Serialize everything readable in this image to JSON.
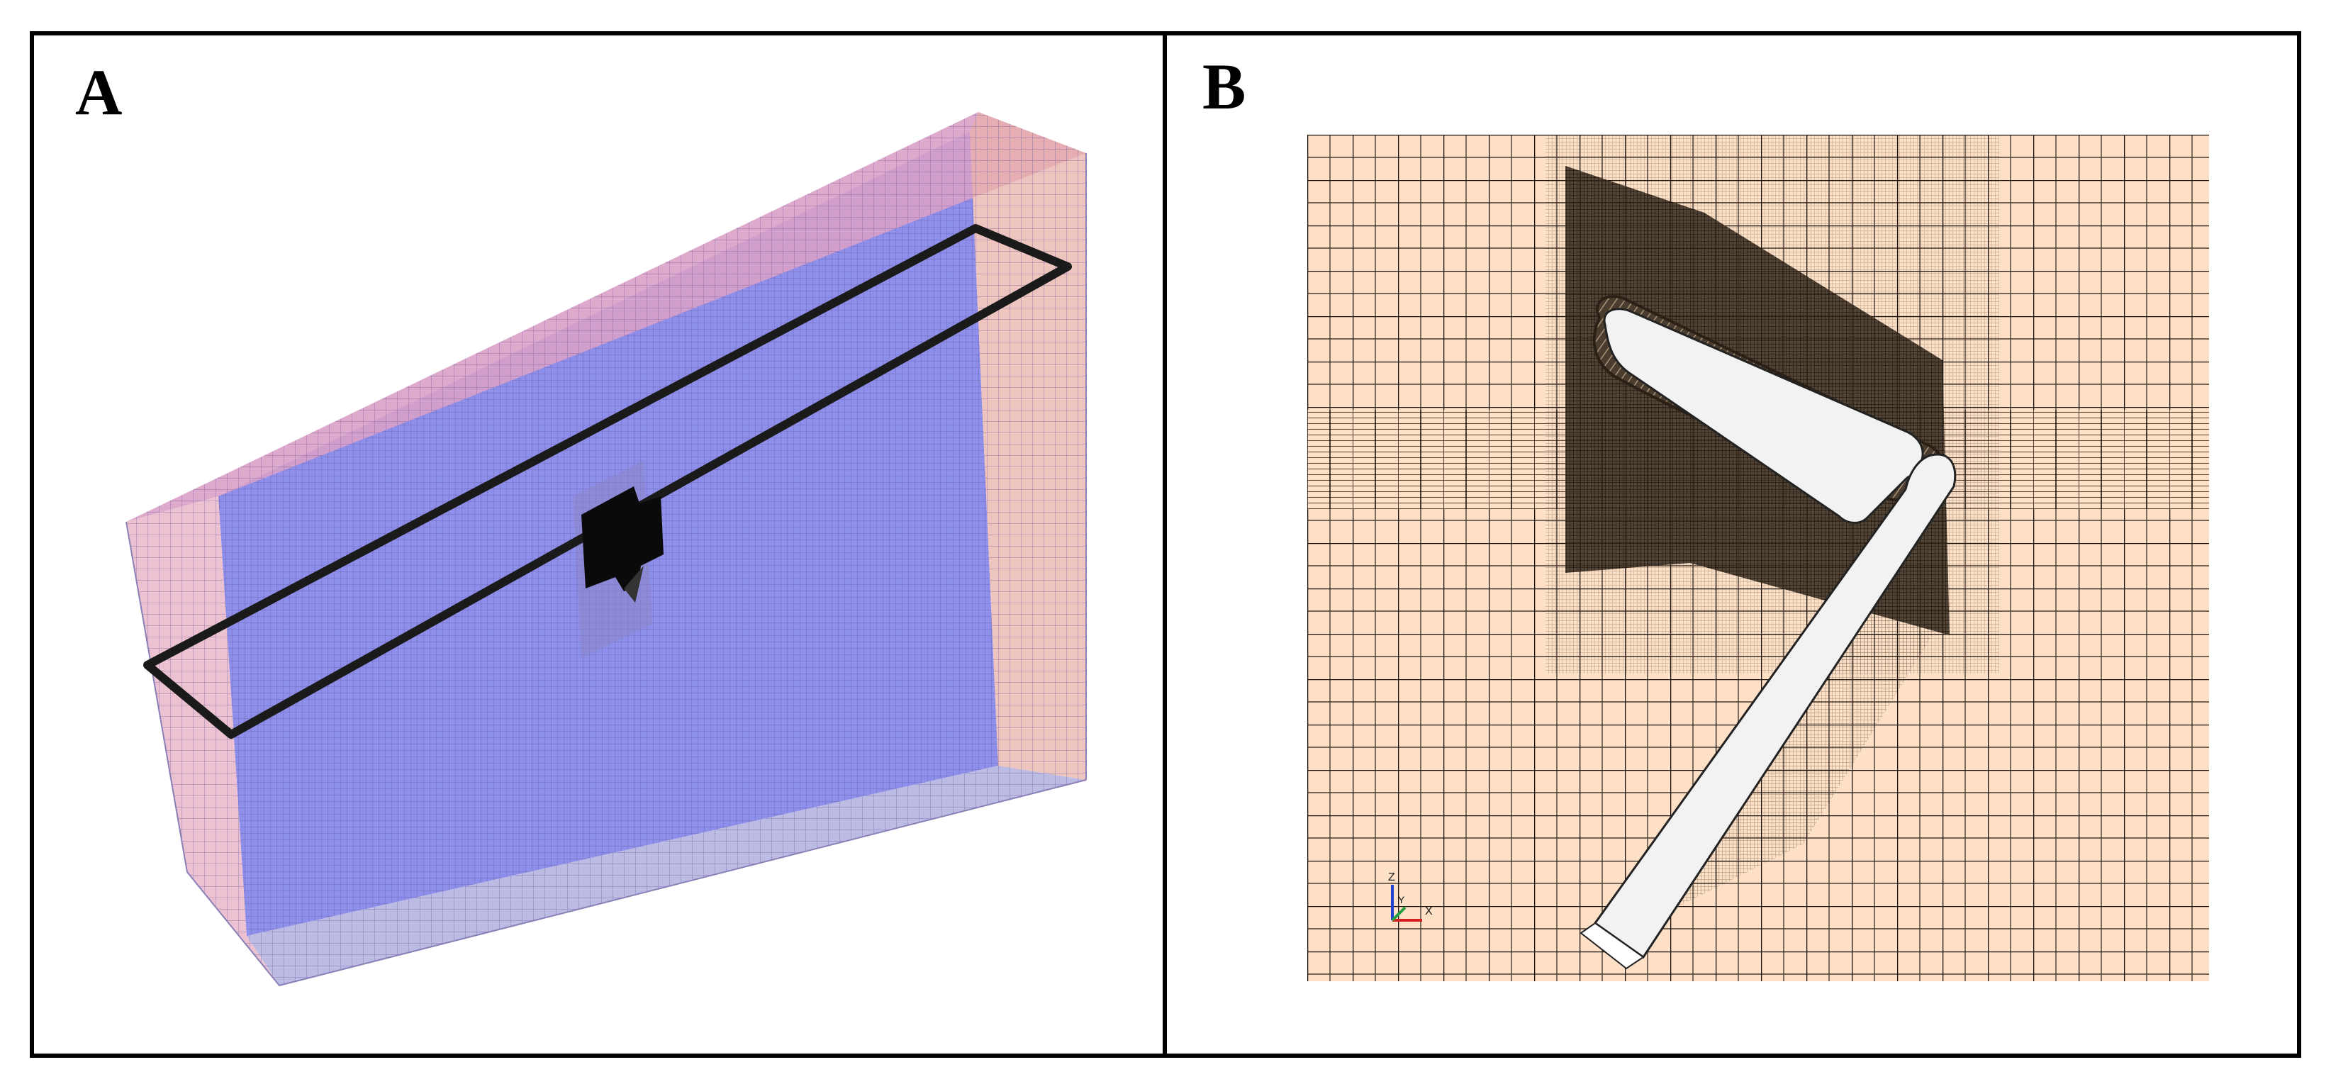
{
  "figure": {
    "panels": [
      {
        "id": "A",
        "label": "A"
      },
      {
        "id": "B",
        "label": "B"
      }
    ],
    "axis_triad": {
      "z_label": "Z",
      "y_label": "Y",
      "x_label": "X"
    }
  },
  "colors": {
    "frame": "#000000",
    "box_top_face": "#d9a0c8",
    "box_back_face": "#7a7ae8",
    "box_bottom_face": "#b4b4e0",
    "box_end_face": "#e8b0a8",
    "mesh_background": "#fde0c6",
    "mesh_lines": "#1a1208",
    "dense_mesh": "#3a2e22",
    "flap_fill": "#f2f2f2",
    "axis_x": "#d62020",
    "axis_y": "#20a040",
    "axis_z": "#2040d0"
  }
}
